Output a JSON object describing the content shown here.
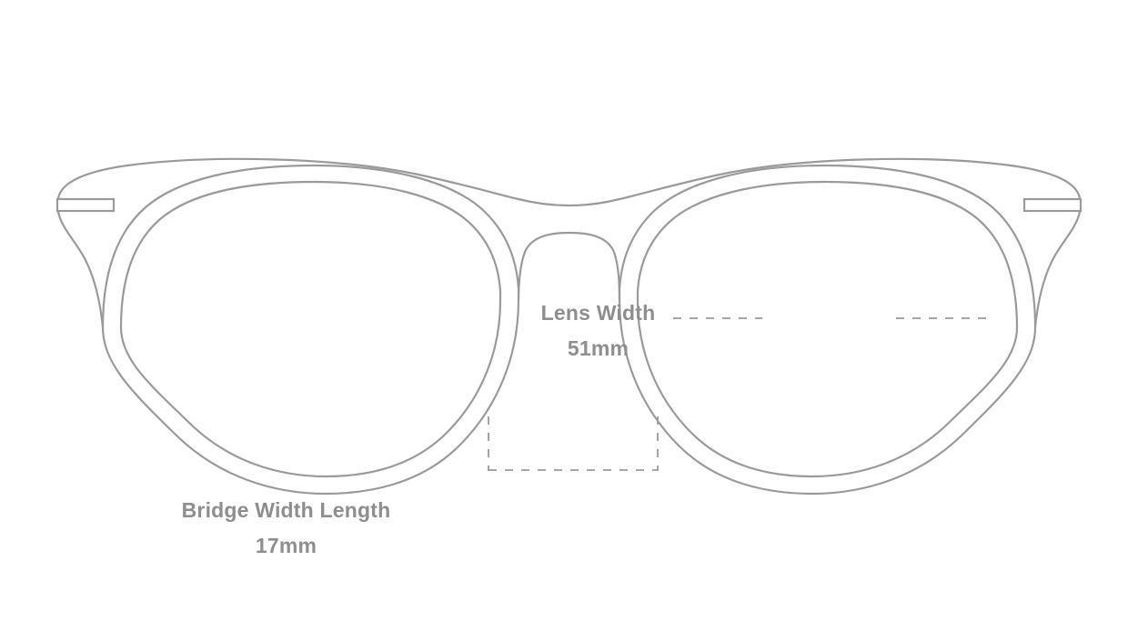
{
  "diagram": {
    "subject": "eyeglasses-frame-front-view",
    "background_color": "#ffffff",
    "line_color": "#9a9a9a",
    "text_color": "#8e8e8e"
  },
  "measurements": {
    "lens_width": {
      "label": "Lens Width",
      "value": "51mm",
      "number": 51,
      "unit": "mm"
    },
    "bridge_width": {
      "label": "Bridge Width Length",
      "value": "17mm",
      "number": 17,
      "unit": "mm"
    }
  },
  "parts": {
    "left_lens_rim": "left-lens-rim",
    "right_lens_rim": "right-lens-rim",
    "bridge": "nose-bridge",
    "left_hinge": "left-hinge",
    "right_hinge": "right-hinge",
    "brow_bar": "brow-bar"
  }
}
